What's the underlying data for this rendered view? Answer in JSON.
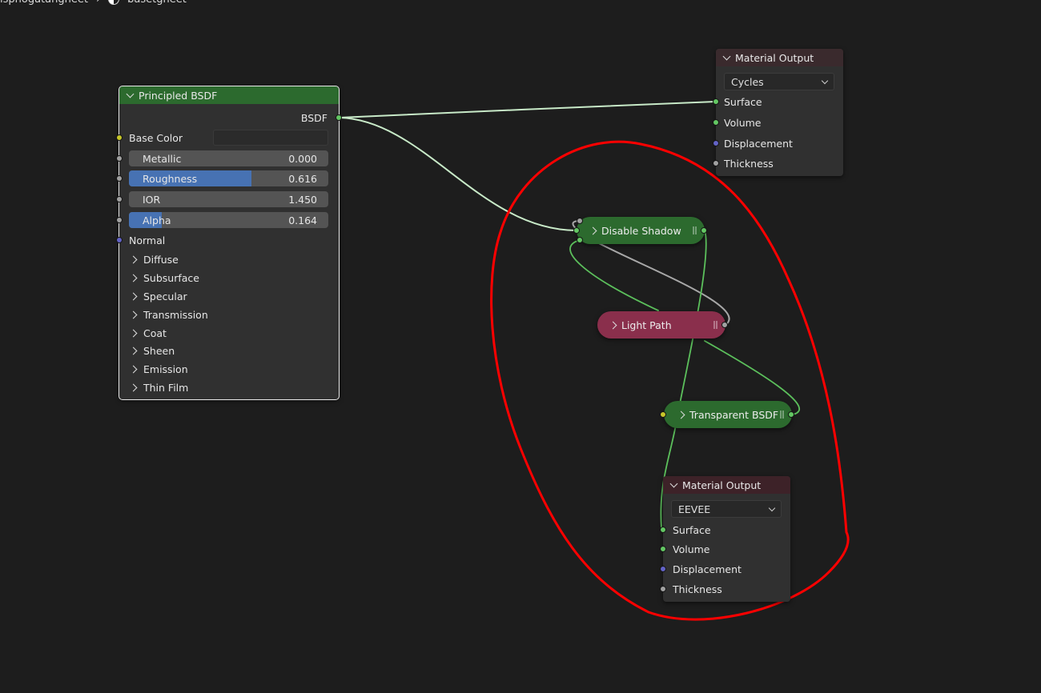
{
  "breadcrumb": {
    "item1": "ispnogatangheet",
    "item2": "basetgheet"
  },
  "principled": {
    "title": "Principled BSDF",
    "output_label": "BSDF",
    "base_color_label": "Base Color",
    "fields": [
      {
        "label": "Metallic",
        "value": "0.000",
        "fraction": 0.0
      },
      {
        "label": "Roughness",
        "value": "0.616",
        "fraction": 0.616
      },
      {
        "label": "IOR",
        "value": "1.450",
        "fraction": 0.0
      },
      {
        "label": "Alpha",
        "value": "0.164",
        "fraction": 0.164
      }
    ],
    "normal_label": "Normal",
    "panels": [
      "Diffuse",
      "Subsurface",
      "Specular",
      "Transmission",
      "Coat",
      "Sheen",
      "Emission",
      "Thin Film"
    ]
  },
  "output_cycles": {
    "title": "Material Output",
    "target": "Cycles",
    "sockets": [
      "Surface",
      "Volume",
      "Displacement",
      "Thickness"
    ]
  },
  "output_eevee": {
    "title": "Material Output",
    "target": "EEVEE",
    "sockets": [
      "Surface",
      "Volume",
      "Displacement",
      "Thickness"
    ]
  },
  "disable_shadow": {
    "title": "Disable Shadow"
  },
  "light_path": {
    "title": "Light Path"
  },
  "transparent": {
    "title": "Transparent BSDF"
  },
  "colors": {
    "shader_header": "#2c6a2e",
    "input_header": "#8a2f4c",
    "output_header": "#3d2228",
    "annotation": "#ff0000",
    "field_fill": "#4772b3"
  },
  "icons": [
    "chevron-down-icon",
    "chevron-right-icon",
    "node-grip-icon",
    "dropdown-arrow-icon",
    "scene-circle-icon"
  ]
}
